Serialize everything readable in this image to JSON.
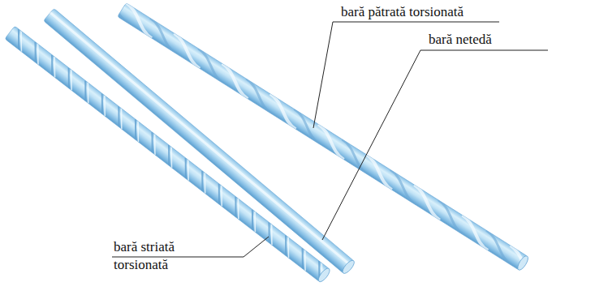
{
  "diagram": {
    "labels": [
      "bară pătrată torsionată",
      "bară netedă",
      "bară striată torsionată"
    ]
  }
}
